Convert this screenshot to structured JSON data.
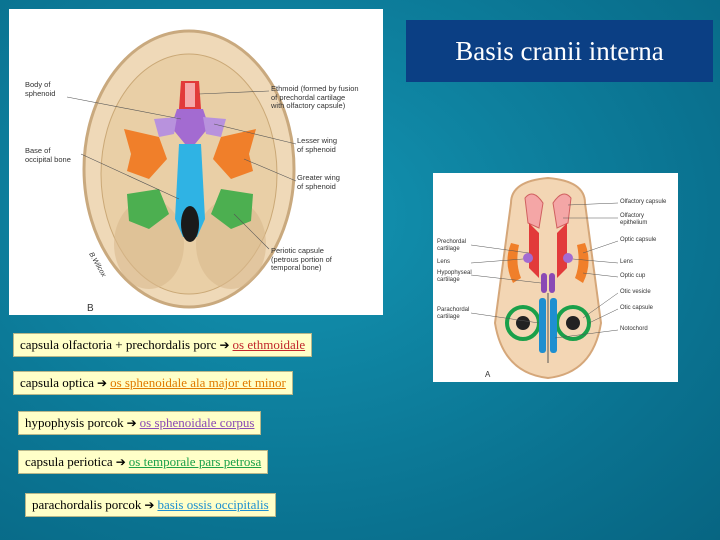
{
  "title": "Basis cranii interna",
  "figure_b": {
    "panel_label": "B",
    "labels": {
      "body_sphenoid": [
        "Body of",
        "sphenoid"
      ],
      "base_occipital": [
        "Base of",
        "occipital bone"
      ],
      "ethmoid": [
        "Ethmoid (formed by fusion",
        "of prechordal cartilage",
        "with olfactory capsule)"
      ],
      "lesser_wing": [
        "Lesser wing",
        "of sphenoid"
      ],
      "greater_wing": [
        "Greater wing",
        "of sphenoid"
      ],
      "periotic": [
        "Periotic capsule",
        "(petrous portion of",
        "temporal bone)"
      ]
    },
    "signature": "B.Wilcox"
  },
  "figure_a": {
    "panel_label": "A",
    "labels_left": {
      "prechordal": [
        "Prechordal",
        "cartilage"
      ],
      "lens": [
        "Lens"
      ],
      "hypophyseal": [
        "Hypophyseal",
        "cartilage"
      ],
      "parachordal": [
        "Parachordal",
        "cartilage"
      ]
    },
    "labels_right": {
      "olfactory_capsule": [
        "Olfactory capsule"
      ],
      "olfactory_epithelium": [
        "Olfactory",
        "epithelium"
      ],
      "optic_capsule": [
        "Optic capsule"
      ],
      "lens": [
        "Lens"
      ],
      "optic_cup": [
        "Optic cup"
      ],
      "otic_vesicle": [
        "Otic vesicle"
      ],
      "otic_capsule": [
        "Otic capsule"
      ],
      "notochord": [
        "Notochord"
      ]
    }
  },
  "rows": [
    {
      "source": "capsula olfactoria + prechordalis porc",
      "result": "os ethmoidale",
      "color": "#c1272d"
    },
    {
      "source": "capsula optica",
      "result": "os sphenoidale ala major et minor",
      "color": "#e07a00"
    },
    {
      "source": "hypophysis porcok",
      "result": "os sphenoidale corpus",
      "color": "#8a4ab5"
    },
    {
      "source": "capsula periotica",
      "result": "os temporale pars petrosa",
      "color": "#1aa04a"
    },
    {
      "source": "parachordalis porcok",
      "result": "basis ossis occipitalis",
      "color": "#1e8fd0"
    }
  ],
  "arrow_glyph": "➔"
}
